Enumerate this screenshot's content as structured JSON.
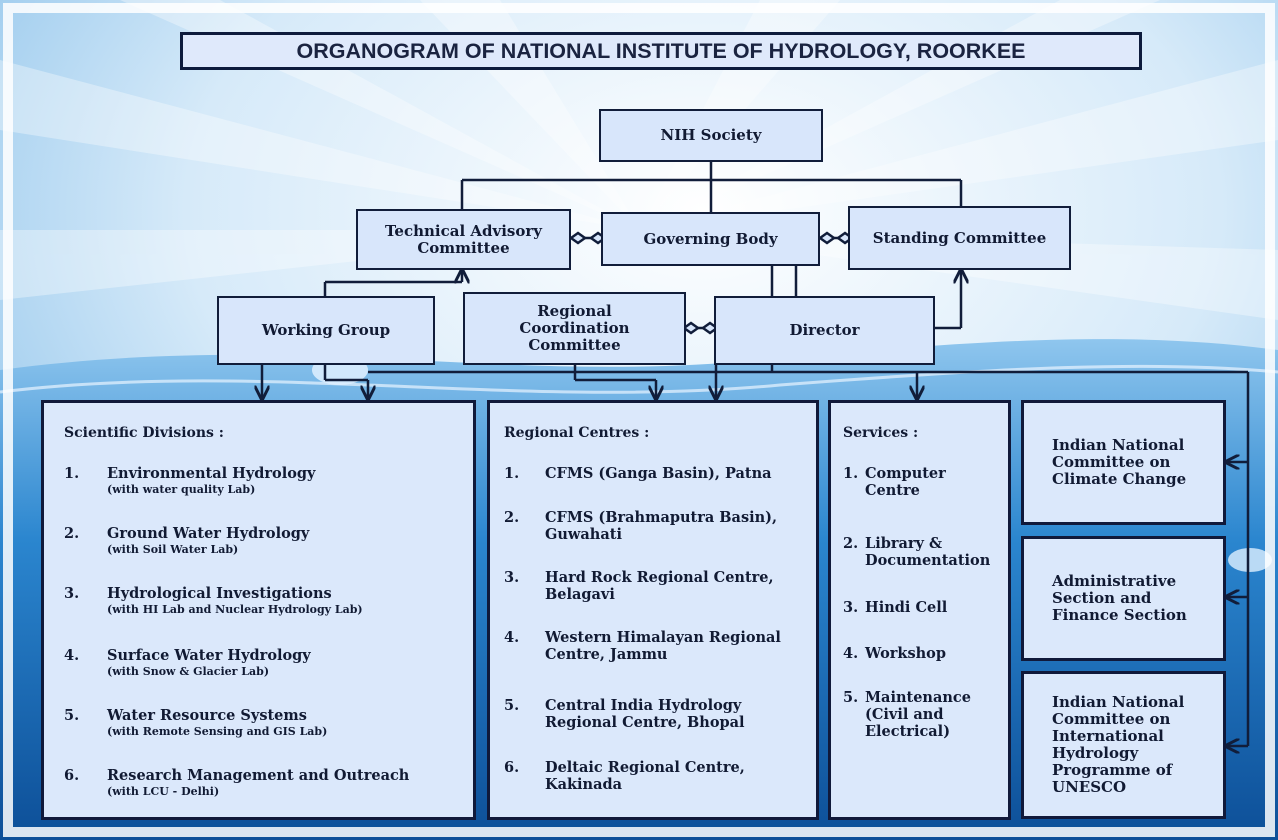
{
  "title": "ORGANOGRAM OF NATIONAL INSTITUTE OF HYDROLOGY, ROORKEE",
  "nodes": {
    "nih_society": "NIH Society",
    "tac": [
      "Technical Advisory",
      "Committee"
    ],
    "governing_body": "Governing Body",
    "standing_committee": "Standing Committee",
    "working_group": "Working Group",
    "rcc": [
      "Regional",
      "Coordination",
      "Committee"
    ],
    "director": "Director"
  },
  "scientific": {
    "heading": "Scientific Divisions :",
    "items": [
      {
        "num": "1.",
        "name": "Environmental Hydrology",
        "sub": "(with water quality Lab)"
      },
      {
        "num": "2.",
        "name": "Ground Water Hydrology",
        "sub": "(with Soil Water Lab)"
      },
      {
        "num": "3.",
        "name": "Hydrological Investigations",
        "sub": "(with HI Lab and Nuclear Hydrology Lab)"
      },
      {
        "num": "4.",
        "name": "Surface Water Hydrology",
        "sub": "(with Snow & Glacier Lab)"
      },
      {
        "num": "5.",
        "name": "Water Resource Systems",
        "sub": "(with Remote Sensing and GIS Lab)"
      },
      {
        "num": "6.",
        "name": "Research Management and Outreach",
        "sub": "(with LCU - Delhi)"
      }
    ]
  },
  "regional": {
    "heading": "Regional Centres :",
    "items": [
      {
        "num": "1.",
        "lines": [
          "CFMS (Ganga Basin), Patna"
        ]
      },
      {
        "num": "2.",
        "lines": [
          "CFMS (Brahmaputra Basin),",
          "Guwahati"
        ]
      },
      {
        "num": "3.",
        "lines": [
          "Hard Rock Regional Centre,",
          "Belagavi"
        ]
      },
      {
        "num": "4.",
        "lines": [
          "Western Himalayan Regional",
          "Centre, Jammu"
        ]
      },
      {
        "num": "5.",
        "lines": [
          "Central India Hydrology",
          "Regional Centre, Bhopal"
        ]
      },
      {
        "num": "6.",
        "lines": [
          "Deltaic Regional Centre,",
          "Kakinada"
        ]
      }
    ]
  },
  "services": {
    "heading": "Services :",
    "items": [
      {
        "num": "1.",
        "lines": [
          "Computer",
          "Centre"
        ]
      },
      {
        "num": "2.",
        "lines": [
          "Library &",
          "Documentation"
        ]
      },
      {
        "num": "3.",
        "lines": [
          "Hindi Cell"
        ]
      },
      {
        "num": "4.",
        "lines": [
          "Workshop"
        ]
      },
      {
        "num": "5.",
        "lines": [
          "Maintenance",
          "(Civil and",
          "Electrical)"
        ]
      }
    ]
  },
  "side_boxes": [
    [
      "Indian National",
      "Committee on",
      "Climate Change"
    ],
    [
      "Administrative",
      "Section and",
      "Finance Section"
    ],
    [
      "Indian National",
      "Committee on",
      "International",
      "Hydrology",
      "Programme of",
      "UNESCO"
    ]
  ],
  "colors": {
    "background_light": "#eaf4fd",
    "background_dark": "#1b74c0",
    "box_fill": "#d8e6fb",
    "border": "#111d3a"
  }
}
